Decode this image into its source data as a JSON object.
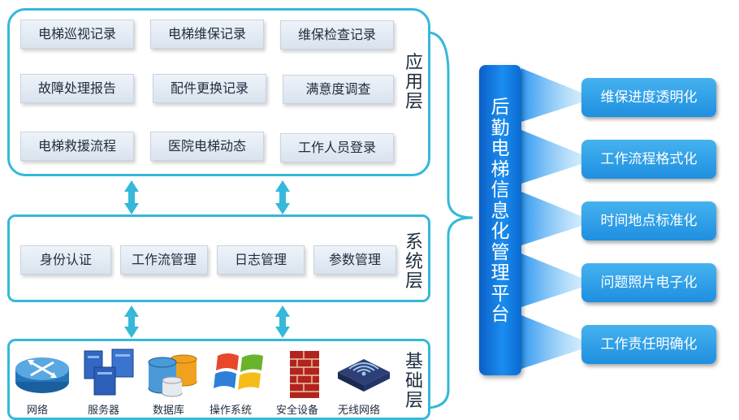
{
  "application_layer": {
    "label": [
      "应",
      "用",
      "层"
    ],
    "items": [
      "电梯巡视记录",
      "电梯维保记录",
      "维保检查记录",
      "故障处理报告",
      "配件更换记录",
      "满意度调查",
      "电梯救援流程",
      "医院电梯动态",
      "工作人员登录"
    ]
  },
  "system_layer": {
    "label": [
      "系",
      "统",
      "层"
    ],
    "items": [
      "身份认证",
      "工作流管理",
      "日志管理",
      "参数管理"
    ]
  },
  "base_layer": {
    "label": [
      "基",
      "础",
      "层"
    ],
    "items": [
      {
        "label": "网络",
        "icon": "router-icon"
      },
      {
        "label": "服务器",
        "icon": "server-icon"
      },
      {
        "label": "数据库",
        "icon": "database-icon"
      },
      {
        "label": "操作系统",
        "icon": "windows-logo-icon"
      },
      {
        "label": "安全设备",
        "icon": "firewall-icon"
      },
      {
        "label": "无线网络",
        "icon": "wireless-ap-icon"
      }
    ]
  },
  "platform": {
    "title_chars": [
      "后",
      "勤",
      "电",
      "梯",
      "信",
      "息",
      "化",
      "管",
      "理",
      "平",
      "台"
    ]
  },
  "benefits": [
    "维保进度透明化",
    "工作流程格式化",
    "时间地点标准化",
    "问题照片电子化",
    "工作责任明确化"
  ],
  "colors": {
    "panel_border": "#35b8d9",
    "arrow": "#35b8d9",
    "platform_blue": "#1a8df0",
    "benefit_blue": "#2f9fe8"
  }
}
